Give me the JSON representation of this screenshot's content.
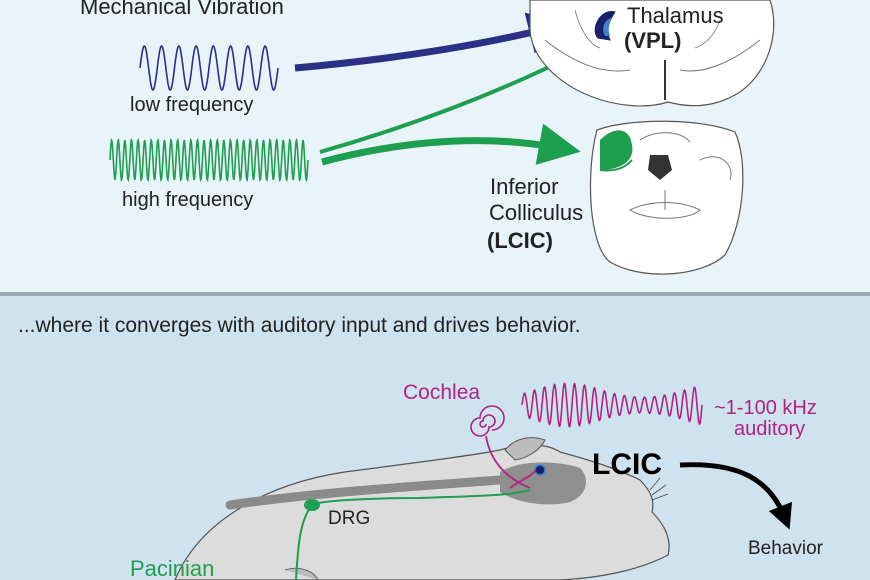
{
  "top": {
    "heading": "Mechanical Vibration",
    "low_label": "low frequency",
    "high_label": "high frequency",
    "thalamus_line1": "Thalamus",
    "thalamus_line2": "(VPL)",
    "ic_line1": "Inferior",
    "ic_line2": "Colliculus",
    "ic_line3": "(LCIC)"
  },
  "bottom": {
    "caption": "...where it converges with auditory input and drives behavior.",
    "cochlea_label": "Cochlea",
    "auditory_line1": "~1-100 kHz",
    "auditory_line2": "auditory",
    "lcic_label": "LCIC",
    "drg_label": "DRG",
    "behavior_label": "Behavior",
    "pacinian_label": "Pacinian"
  },
  "colors": {
    "low_frequency": "#2b2f86",
    "high_frequency": "#1e9e4f",
    "auditory": "#b0247e",
    "top_panel": "#e9f3fa",
    "bottom_panel": "#cfe2f0"
  }
}
